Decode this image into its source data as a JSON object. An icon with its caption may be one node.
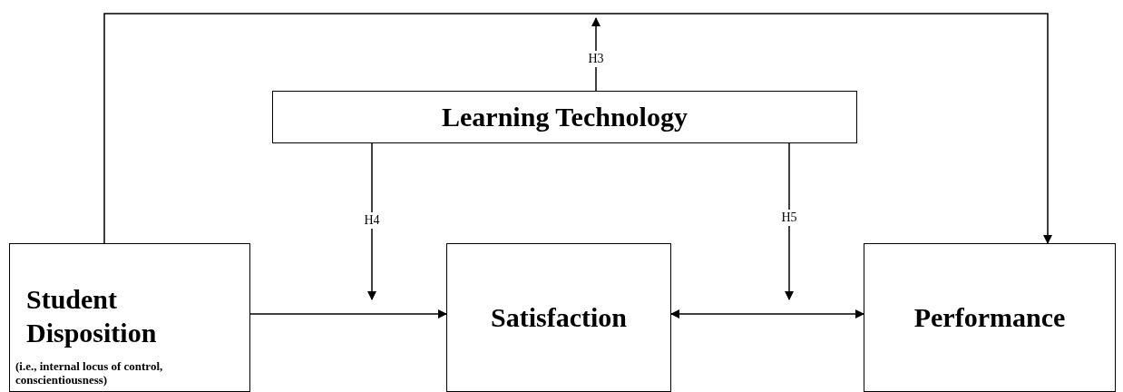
{
  "diagram": {
    "nodes": [
      {
        "text": [
          "Learning Technology"
        ]
      },
      {
        "text": [
          "Student Disposition",
          "(i.e., internal locus of control, conscientiousness)"
        ]
      },
      {
        "text": [
          "Satisfaction"
        ]
      },
      {
        "text": [
          "Performance"
        ]
      }
    ],
    "edges": [
      {
        "from": 1,
        "to": 3,
        "arrow": "to"
      },
      {
        "from": 0,
        "to": null,
        "arrow": "to",
        "label": "H3"
      },
      {
        "from": 1,
        "to": 2,
        "arrow": "to"
      },
      {
        "from": 0,
        "to": null,
        "arrow": "to",
        "label": "H4"
      },
      {
        "from": 2,
        "to": 3,
        "arrow": "both"
      },
      {
        "from": 0,
        "to": null,
        "arrow": "to",
        "label": "H5"
      }
    ]
  }
}
